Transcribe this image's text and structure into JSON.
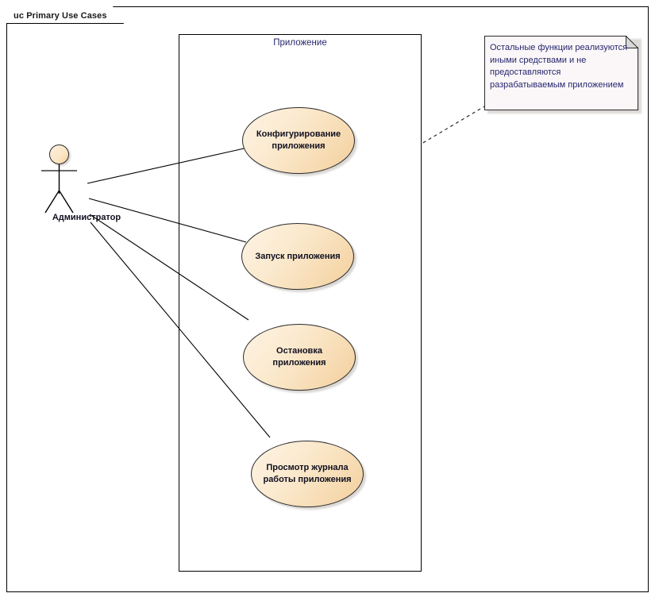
{
  "diagram": {
    "tab_label": "uc Primary Use Cases",
    "kind": "uml-use-case-diagram"
  },
  "boundary": {
    "label": "Приложение"
  },
  "actor": {
    "name": "Администратор",
    "icon": "stick-figure-actor"
  },
  "use_cases": [
    {
      "id": "uc1",
      "label": "Конфигурирование\nприложения",
      "line1": "Конфигурирование",
      "line2": "приложения"
    },
    {
      "id": "uc2",
      "label": "Запуск приложения",
      "line1": "Запуск приложения",
      "line2": ""
    },
    {
      "id": "uc3",
      "label": "Остановка\nприложения",
      "line1": "Остановка",
      "line2": "приложения"
    },
    {
      "id": "uc4",
      "label": "Просмотр журнала\nработы приложения",
      "line1": "Просмотр журнала",
      "line2": "работы приложения"
    }
  ],
  "note": {
    "text": "Остальные функции реализуются иными средствами и не предоставляются разрабатываемым приложением"
  },
  "colors": {
    "usecase_fill_light": "#fdf3e4",
    "usecase_fill_dark": "#f2cf9c",
    "stroke": "#2b2b2b",
    "text_blue": "#26266e",
    "note_fill": "#fbf7f8",
    "frame": "#000000"
  },
  "associations": [
    {
      "from": "actor",
      "to": "uc1"
    },
    {
      "from": "actor",
      "to": "uc2"
    },
    {
      "from": "actor",
      "to": "uc3"
    },
    {
      "from": "actor",
      "to": "uc4"
    },
    {
      "from": "note",
      "to": "boundary",
      "style": "dashed"
    }
  ]
}
